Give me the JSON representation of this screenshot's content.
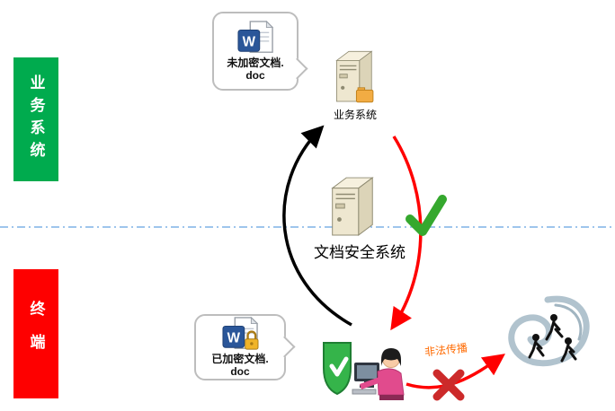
{
  "zones": {
    "business": {
      "label": "业务系统",
      "color": "#00ab4e"
    },
    "terminal": {
      "label": "终端",
      "color": "#fe0000"
    }
  },
  "servers": {
    "business": {
      "label": "业务系统"
    },
    "security": {
      "label": "文档安全系统"
    }
  },
  "callouts": {
    "unencrypted": {
      "line1": "未加密文档.",
      "line2": "doc"
    },
    "encrypted": {
      "line1": "已加密文档.",
      "line2": "doc"
    }
  },
  "annotations": {
    "illegal_spread": "非法传播"
  },
  "icons": {
    "word_letter": "W",
    "unencrypted_doc": "word-document-icon",
    "encrypted_doc": "locked-word-document-icon",
    "business_server": "server-icon",
    "security_server": "server-icon",
    "terminal_user": "user-at-computer-with-shield-icon",
    "approved": "green-check-icon",
    "blocked": "red-x-icon",
    "leak": "leak-crowd-swirl-icon"
  },
  "colors": {
    "divider": "#7fb2e5",
    "arrow_upload": "#000000",
    "arrow_download": "#ff0000",
    "arrow_leak": "#ff0000",
    "check": "#35a82e",
    "cross": "#cc2a2a",
    "illegal_text": "#ff6a00",
    "bubble_border": "#bdbdbd",
    "word_blue": "#2a5699",
    "lock_yellow": "#f0b429"
  }
}
